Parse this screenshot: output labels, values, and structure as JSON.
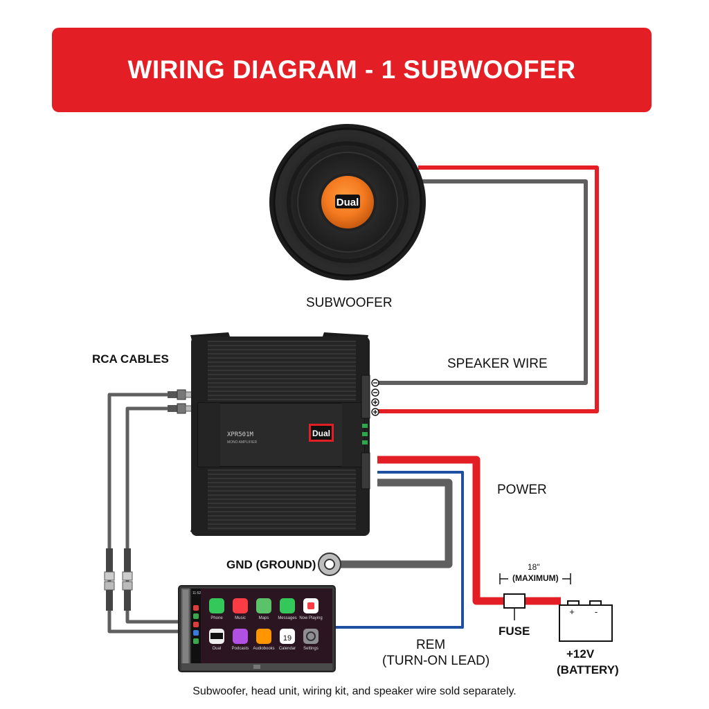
{
  "title": "WIRING DIAGRAM - 1 SUBWOOFER",
  "labels": {
    "subwoofer": "SUBWOOFER",
    "rca_cables": "RCA CABLES",
    "speaker_wire": "SPEAKER WIRE",
    "power": "POWER",
    "gnd": "GND (GROUND)",
    "length_value": "18\"",
    "length_max": "(MAXIMUM)",
    "fuse": "FUSE",
    "rem_line1": "REM",
    "rem_line2": "(TURN-ON LEAD)",
    "battery_line1": "+12V",
    "battery_line2": "(BATTERY)",
    "battery_plus": "+",
    "battery_minus": "-"
  },
  "subwoofer_brand": "Dual",
  "amplifier": {
    "brand": "Dual",
    "model": "XPR501M",
    "subtitle": "MONO AMPLIFIER"
  },
  "head_unit": {
    "status_time": "11:52",
    "calendar_date": "19",
    "apps": [
      "Phone",
      "Music",
      "Maps",
      "Messages",
      "Now Playing",
      "Dual",
      "Podcasts",
      "Audiobooks",
      "Calendar",
      "Settings"
    ]
  },
  "footnote": "Subwoofer, head unit, wiring kit, and speaker wire sold separately.",
  "colors": {
    "banner": "#e31e24",
    "power_wire": "#e31e24",
    "ground_wire": "#5f5f5f",
    "rem_wire": "#1f4fa0",
    "speaker_neg": "#5f5f5f",
    "speaker_pos": "#e31e24",
    "accent_orange": "#f47a20"
  }
}
